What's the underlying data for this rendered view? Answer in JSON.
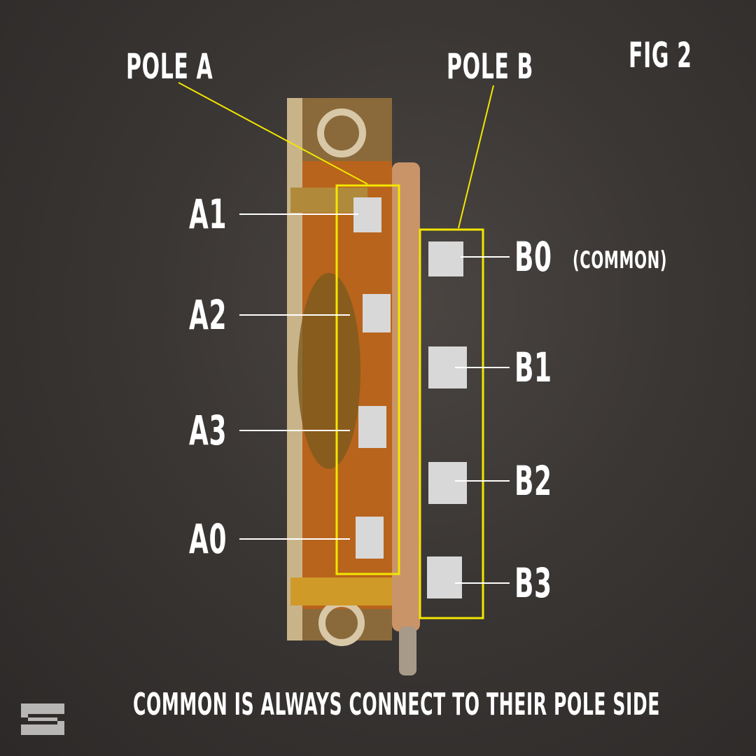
{
  "figure_label": "FIG 2",
  "poles": {
    "a": "POLE A",
    "b": "POLE B"
  },
  "terminals_a": [
    "A1",
    "A2",
    "A3",
    "A0"
  ],
  "terminals_b": [
    "B0",
    "B1",
    "B2",
    "B3"
  ],
  "common_note": "(COMMON)",
  "caption": "COMMON IS ALWAYS CONNECT TO THEIR POLE SIDE",
  "colors": {
    "highlight": "#f2e600",
    "text": "#ffffff",
    "background": "#3a3634"
  }
}
